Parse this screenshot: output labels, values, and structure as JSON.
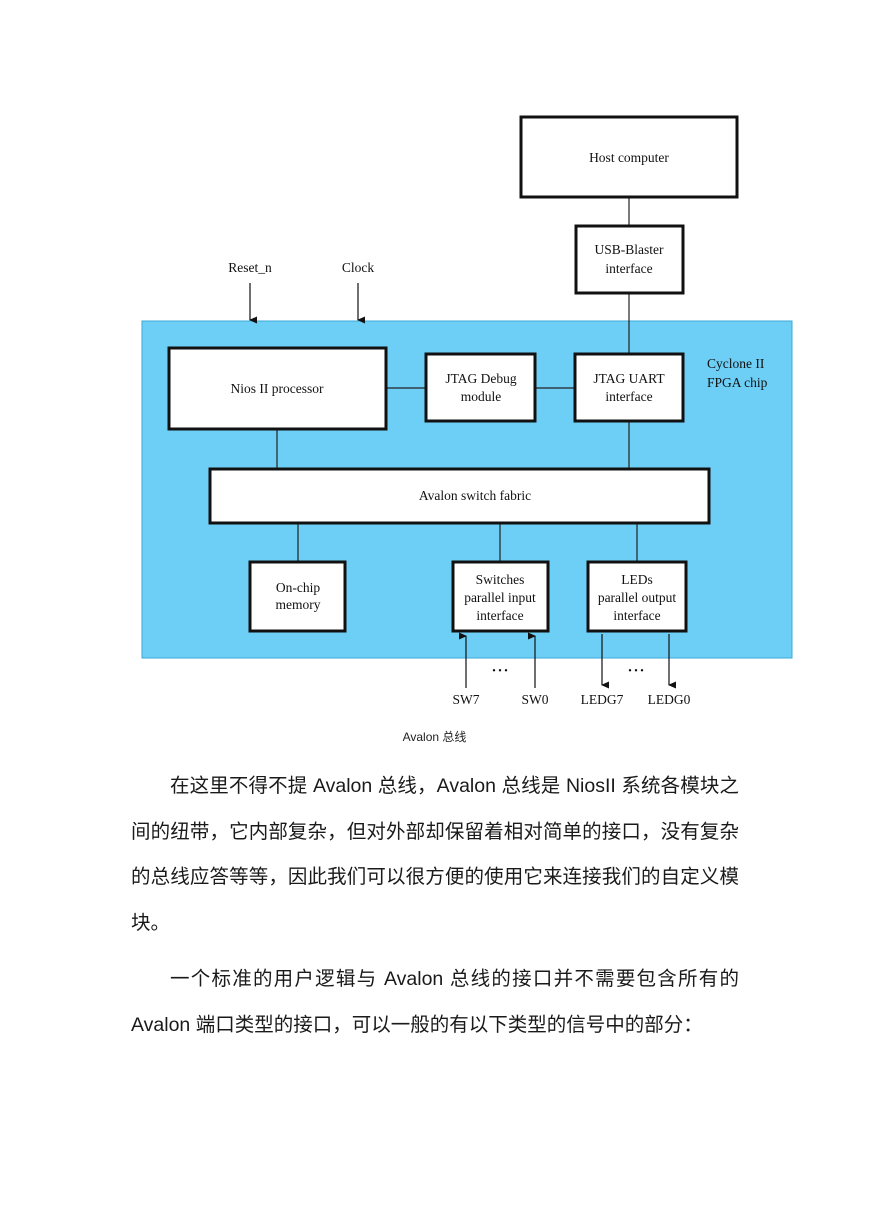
{
  "diagram": {
    "host_computer": "Host computer",
    "usb_blaster_line1": "USB-Blaster",
    "usb_blaster_line2": "interface",
    "reset_label": "Reset_n",
    "clock_label": "Clock",
    "chip_label_line1": "Cyclone II",
    "chip_label_line2": "FPGA chip",
    "nios_processor": "Nios II processor",
    "jtag_debug_line1": "JTAG  Debug",
    "jtag_debug_line2": "module",
    "jtag_uart_line1": "JTAG  UART",
    "jtag_uart_line2": "interface",
    "avalon_fabric": "Avalon switch fabric",
    "onchip_line1": "On-chip",
    "onchip_line2": "memory",
    "switches_line1": "Switches",
    "switches_line2": "parallel input",
    "switches_line3": "interface",
    "leds_line1": "LEDs",
    "leds_line2": "parallel output",
    "leds_line3": "interface",
    "ellipsis": "• • •",
    "sw7": "SW7",
    "sw0": "SW0",
    "ledg7": "LEDG7",
    "ledg0": "LEDG0",
    "chip_color": "#6dcff6"
  },
  "caption": "Avalon 总线",
  "paragraphs": [
    "在这里不得不提 Avalon 总线，Avalon 总线是 NiosII 系统各模块之间的纽带，它内部复杂，但对外部却保留着相对简单的接口，没有复杂的总线应答等等，因此我们可以很方便的使用它来连接我们的自定义模块。",
    "一个标准的用户逻辑与 Avalon 总线的接口并不需要包含所有的 Avalon 端口类型的接口，可以一般的有以下类型的信号中的部分："
  ]
}
